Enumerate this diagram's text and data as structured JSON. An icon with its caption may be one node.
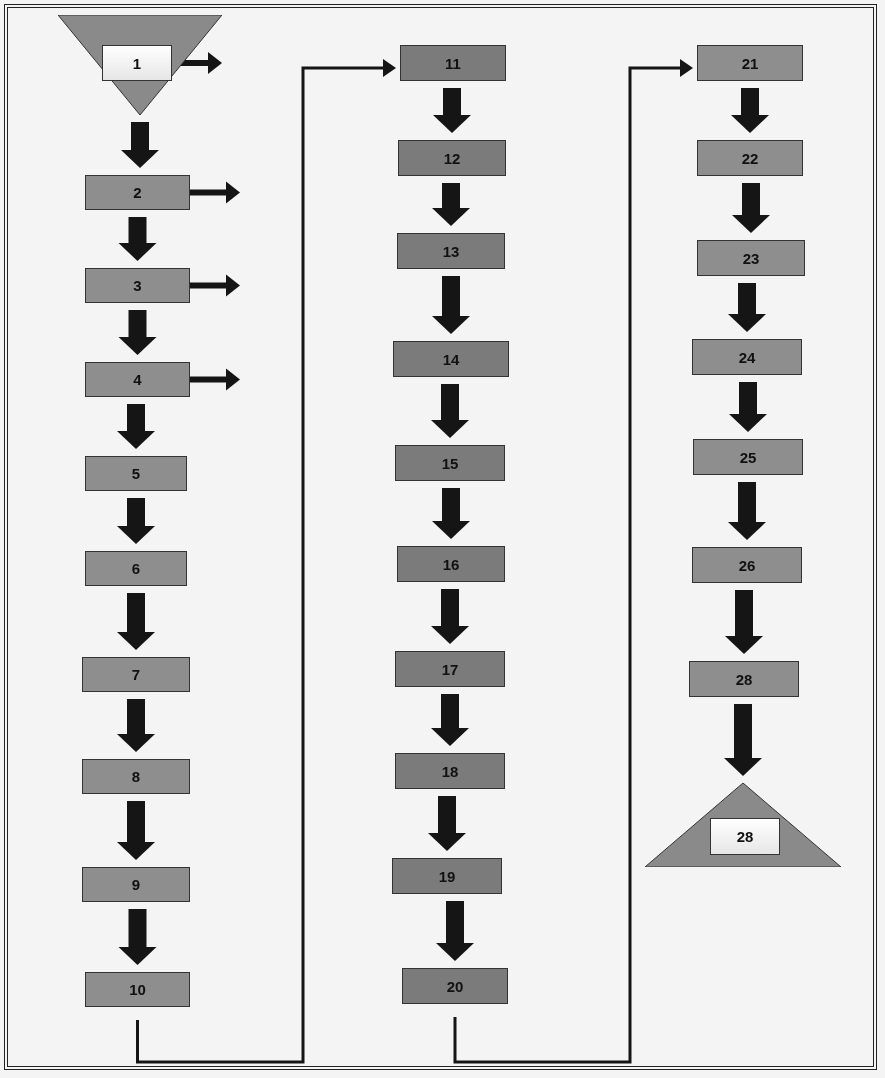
{
  "diagram": {
    "nodes": [
      {
        "text": [],
        "shape": "triangle"
      },
      {
        "text": [
          "1"
        ],
        "in": 0
      },
      {
        "text": [
          "2"
        ]
      },
      {
        "text": [
          "3"
        ]
      },
      {
        "text": [
          "4"
        ]
      },
      {
        "text": [
          "5"
        ]
      },
      {
        "text": [
          "6"
        ]
      },
      {
        "text": [
          "7"
        ]
      },
      {
        "text": [
          "8"
        ]
      },
      {
        "text": [
          "9"
        ]
      },
      {
        "text": [
          "10"
        ]
      },
      {
        "text": [
          "11"
        ]
      },
      {
        "text": [
          "12"
        ]
      },
      {
        "text": [
          "13"
        ]
      },
      {
        "text": [
          "14"
        ]
      },
      {
        "text": [
          "15"
        ]
      },
      {
        "text": [
          "16"
        ]
      },
      {
        "text": [
          "17"
        ]
      },
      {
        "text": [
          "18"
        ]
      },
      {
        "text": [
          "19"
        ]
      },
      {
        "text": [
          "20"
        ]
      },
      {
        "text": [
          "21"
        ]
      },
      {
        "text": [
          "22"
        ]
      },
      {
        "text": [
          "23"
        ]
      },
      {
        "text": [
          "24"
        ]
      },
      {
        "text": [
          "25"
        ]
      },
      {
        "text": [
          "26"
        ]
      },
      {
        "text": [
          "28"
        ]
      },
      {
        "text": [],
        "shape": "triangle"
      },
      {
        "text": [
          "28"
        ],
        "in": 28
      }
    ],
    "edges": [
      {
        "from": 0,
        "to": 2,
        "arrow": "to"
      },
      {
        "from": 1,
        "to": null,
        "arrow": "to"
      },
      {
        "from": 2,
        "to": null,
        "arrow": "to"
      },
      {
        "from": 3,
        "to": null,
        "arrow": "to"
      },
      {
        "from": 4,
        "to": null,
        "arrow": "to"
      },
      {
        "from": 2,
        "to": 3,
        "arrow": "to"
      },
      {
        "from": 3,
        "to": 4,
        "arrow": "to"
      },
      {
        "from": 4,
        "to": 5,
        "arrow": "to"
      },
      {
        "from": 5,
        "to": 6,
        "arrow": "to"
      },
      {
        "from": 6,
        "to": 7,
        "arrow": "to"
      },
      {
        "from": 7,
        "to": 8,
        "arrow": "to"
      },
      {
        "from": 8,
        "to": 9,
        "arrow": "to"
      },
      {
        "from": 9,
        "to": 10,
        "arrow": "to"
      },
      {
        "from": 10,
        "to": 11,
        "arrow": "to"
      },
      {
        "from": 11,
        "to": 12,
        "arrow": "to"
      },
      {
        "from": 12,
        "to": 13,
        "arrow": "to"
      },
      {
        "from": 13,
        "to": 14,
        "arrow": "to"
      },
      {
        "from": 14,
        "to": 15,
        "arrow": "to"
      },
      {
        "from": 15,
        "to": 16,
        "arrow": "to"
      },
      {
        "from": 16,
        "to": 17,
        "arrow": "to"
      },
      {
        "from": 17,
        "to": 18,
        "arrow": "to"
      },
      {
        "from": 18,
        "to": 19,
        "arrow": "to"
      },
      {
        "from": 19,
        "to": 20,
        "arrow": "to"
      },
      {
        "from": 20,
        "to": 21,
        "arrow": "to"
      },
      {
        "from": 21,
        "to": 22,
        "arrow": "to"
      },
      {
        "from": 22,
        "to": 23,
        "arrow": "to"
      },
      {
        "from": 23,
        "to": 24,
        "arrow": "to"
      },
      {
        "from": 24,
        "to": 25,
        "arrow": "to"
      },
      {
        "from": 25,
        "to": 26,
        "arrow": "to"
      },
      {
        "from": 26,
        "to": 27,
        "arrow": "to"
      },
      {
        "from": 27,
        "to": 28,
        "arrow": "to"
      }
    ]
  }
}
